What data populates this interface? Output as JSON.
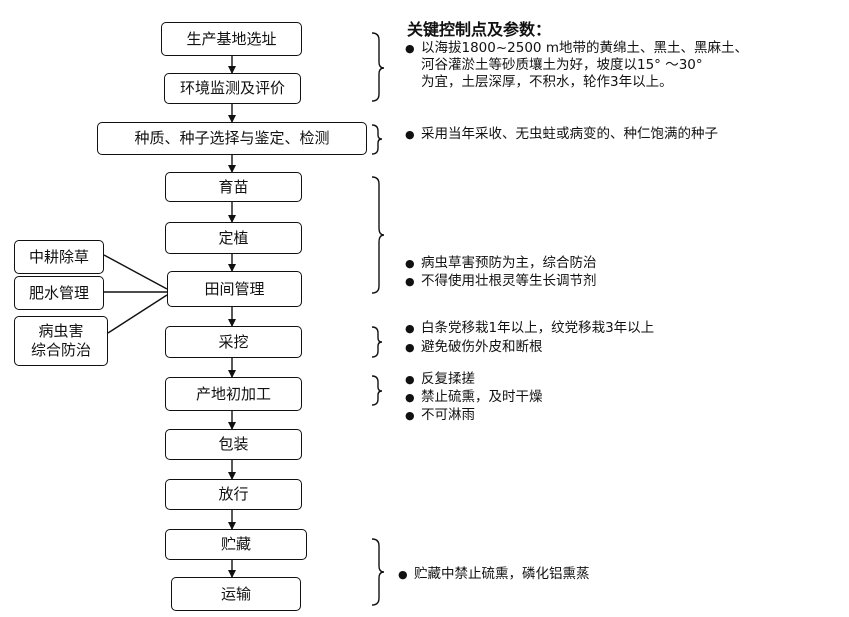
{
  "flow_steps": [
    {
      "id": "site",
      "label": "生产基地选址"
    },
    {
      "id": "env",
      "label": "环境监测及评价"
    },
    {
      "id": "seed",
      "label": "种质、种子选择与鉴定、检测"
    },
    {
      "id": "nursery",
      "label": "育苗"
    },
    {
      "id": "planting",
      "label": "定植"
    },
    {
      "id": "field",
      "label": "田间管理"
    },
    {
      "id": "harvest",
      "label": "采挖"
    },
    {
      "id": "process",
      "label": "产地初加工"
    },
    {
      "id": "packing",
      "label": "包装"
    },
    {
      "id": "release",
      "label": "放行"
    },
    {
      "id": "storage",
      "label": "贮藏"
    },
    {
      "id": "transport",
      "label": "运输"
    }
  ],
  "field_subtasks": [
    {
      "id": "weeding",
      "label": "中耕除草"
    },
    {
      "id": "fertilize",
      "label": "肥水管理"
    },
    {
      "id": "pest",
      "label": "病虫害\n综合防治"
    }
  ],
  "control_points": {
    "heading": "关键控制点及参数：",
    "groups": [
      {
        "id": "site-env",
        "items": [
          {
            "lines": [
              "以海拔1800~2500 m地带的黄绵土、黑土、黑麻土、",
              "河谷灌淤土等砂质壤土为好，坡度以15°  ～30°",
              "为宜，土层深厚，不积水，轮作3年以上。"
            ]
          }
        ]
      },
      {
        "id": "seed",
        "items": [
          {
            "lines": [
              "采用当年采收、无虫蛀或病变的、种仁饱满的种子"
            ]
          }
        ]
      },
      {
        "id": "growing",
        "items": [
          {
            "lines": [
              "病虫草害预防为主，综合防治"
            ]
          },
          {
            "lines": [
              "不得使用壮根灵等生长调节剂"
            ]
          }
        ]
      },
      {
        "id": "harvest",
        "items": [
          {
            "lines": [
              "白条党移栽1年以上，纹党移栽3年以上"
            ]
          },
          {
            "lines": [
              "避免破伤外皮和断根"
            ]
          }
        ]
      },
      {
        "id": "process",
        "items": [
          {
            "lines": [
              "反复揉搓"
            ]
          },
          {
            "lines": [
              "禁止硫熏，及时干燥"
            ]
          },
          {
            "lines": [
              "不可淋雨"
            ]
          }
        ]
      },
      {
        "id": "storage",
        "items": [
          {
            "lines": [
              "贮藏中禁止硫熏，磷化铝熏蒸"
            ]
          }
        ]
      }
    ]
  }
}
